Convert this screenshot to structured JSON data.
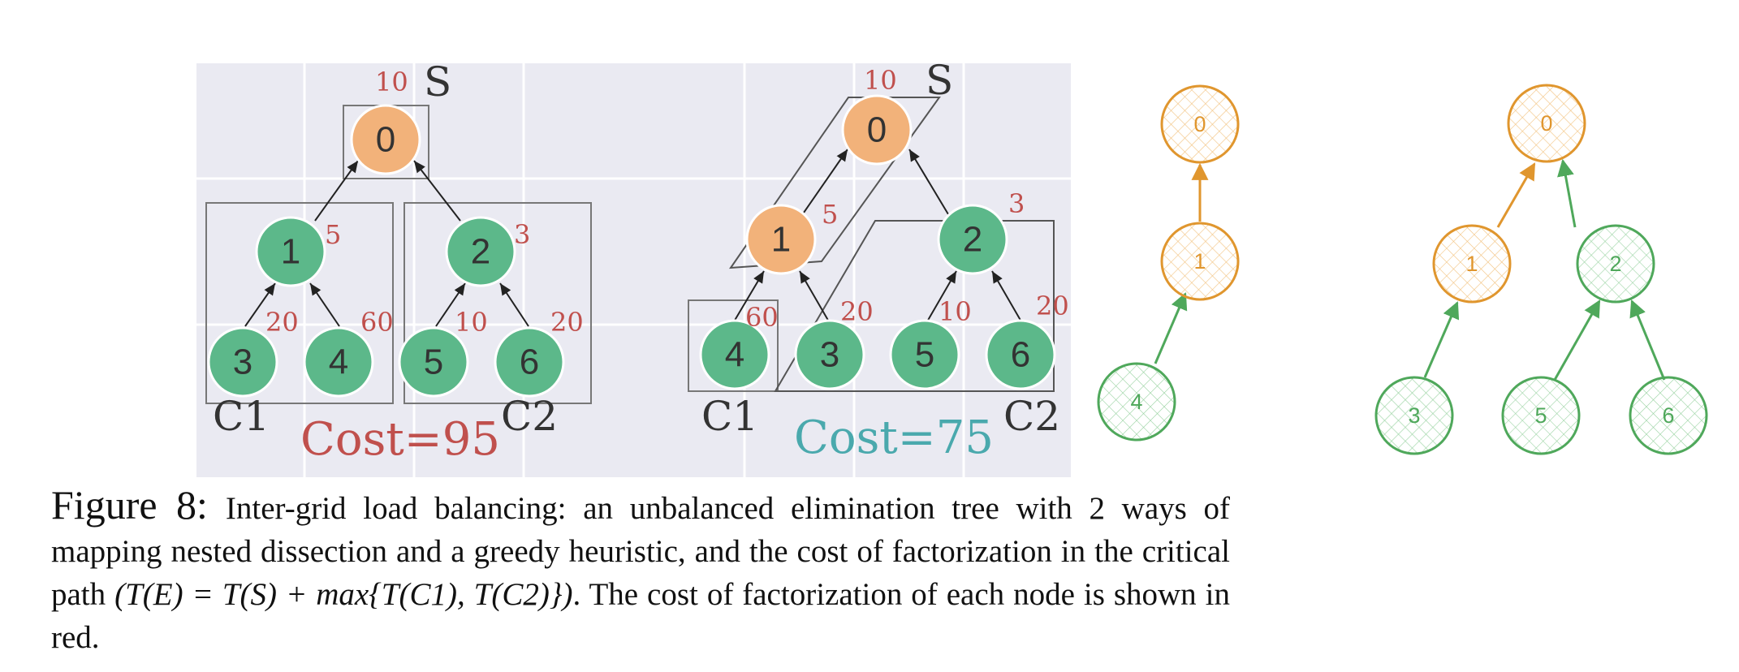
{
  "figure_label": "Figure 8:",
  "caption": {
    "part1": "Inter-grid load balancing: an unbalanced elimination tree with 2 ways of mapping nested dissection and a greedy heuristic, and the cost of factorization in the critical path ",
    "formula": "(T(E) = T(S) + max{T(C1), T(C2)})",
    "part2": ". The cost of factorization of each node is shown in red."
  },
  "panel_left": {
    "separator_label": "S",
    "child_labels": [
      "C1",
      "C2"
    ],
    "nodes": [
      {
        "id": "0",
        "cost": "10"
      },
      {
        "id": "1",
        "cost": "5"
      },
      {
        "id": "2",
        "cost": "3"
      },
      {
        "id": "3",
        "cost": "20"
      },
      {
        "id": "4",
        "cost": "60"
      },
      {
        "id": "5",
        "cost": "10"
      },
      {
        "id": "6",
        "cost": "20"
      }
    ],
    "total": "Cost=95"
  },
  "panel_right": {
    "separator_label": "S",
    "child_labels": [
      "C1",
      "C2"
    ],
    "nodes": [
      {
        "id": "0",
        "cost": "10"
      },
      {
        "id": "1",
        "cost": "5"
      },
      {
        "id": "2",
        "cost": "3"
      },
      {
        "id": "4",
        "cost": "60"
      },
      {
        "id": "3",
        "cost": "20"
      },
      {
        "id": "5",
        "cost": "10"
      },
      {
        "id": "6",
        "cost": "20"
      }
    ],
    "total": "Cost=75"
  },
  "tree_a": {
    "nodes": [
      "0",
      "1",
      "4"
    ]
  },
  "tree_b": {
    "nodes": [
      "0",
      "1",
      "2",
      "3",
      "5",
      "6"
    ]
  },
  "colors": {
    "panel_bg": "#eaeaf2",
    "orange_fill": "#f2b27a",
    "green_fill": "#5cb88a",
    "cost_red": "#c0504d",
    "teal": "#4aa9ad",
    "orange_stroke": "#e0962e",
    "green_stroke": "#4fa85b"
  }
}
